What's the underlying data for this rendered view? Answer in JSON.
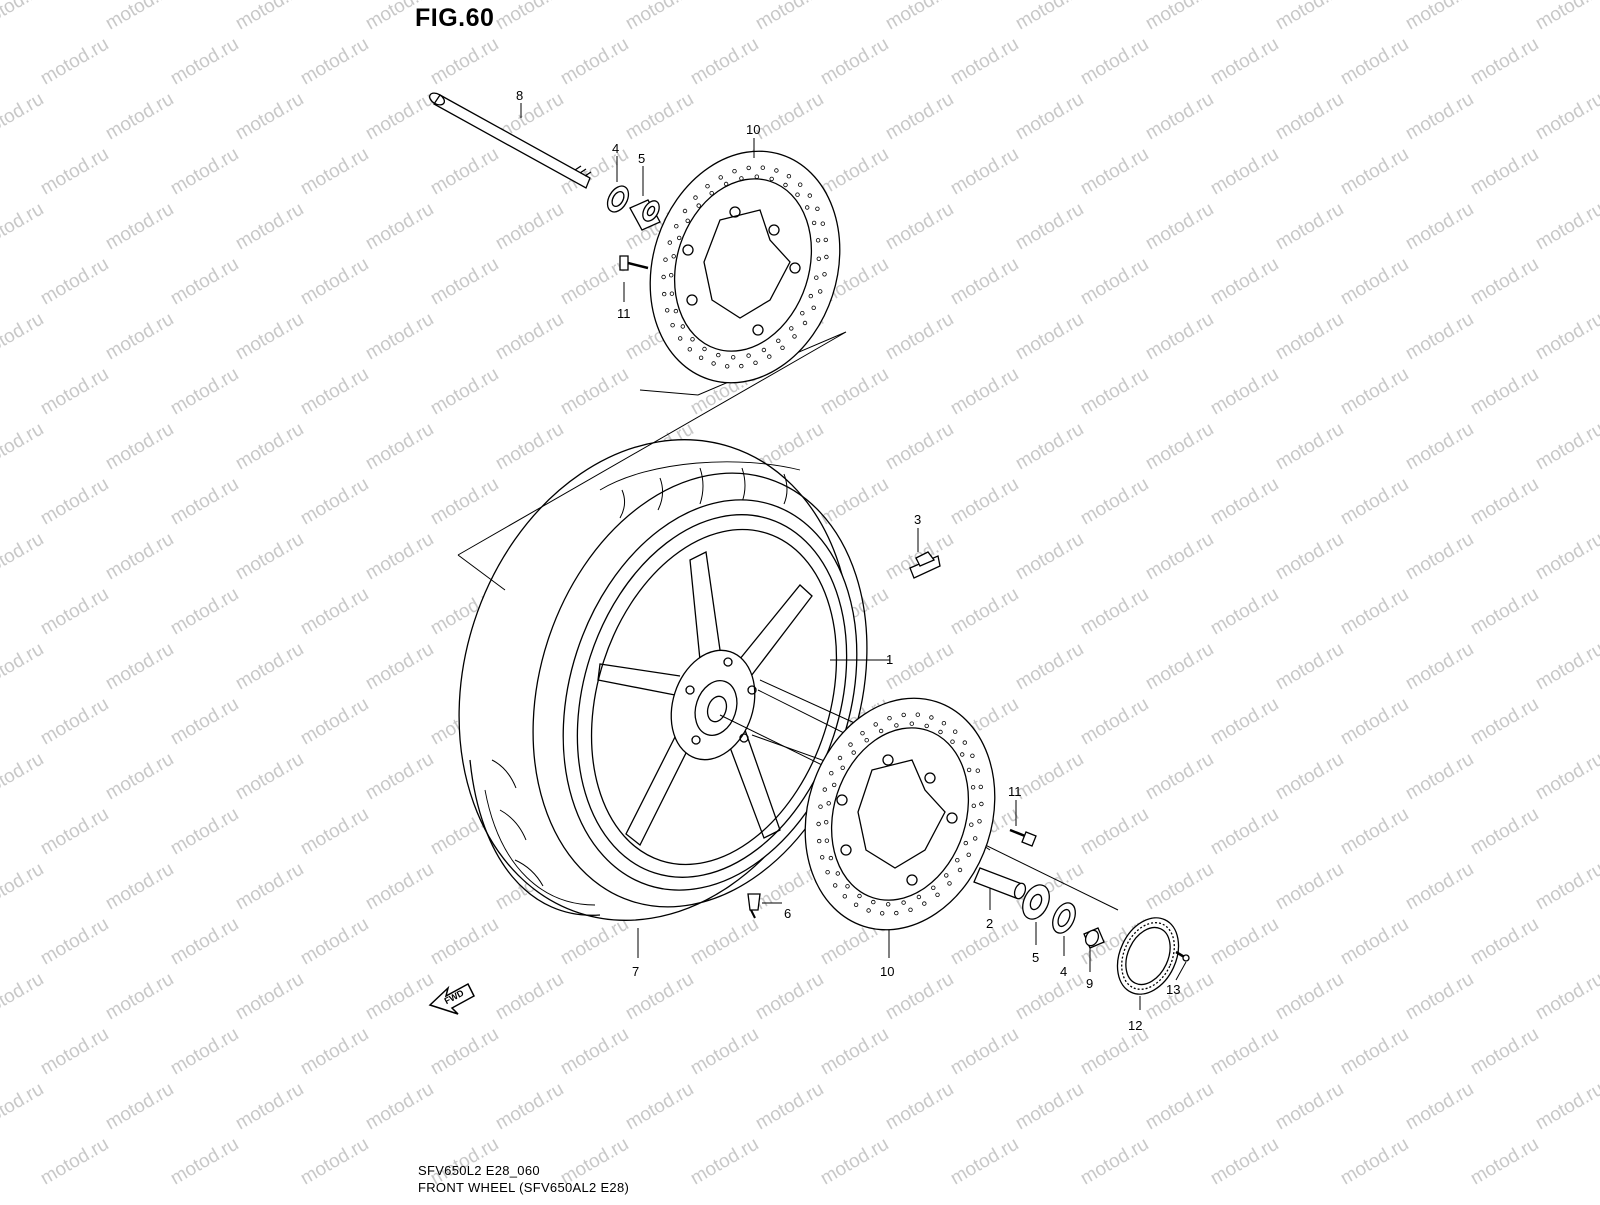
{
  "figure": {
    "title": "FIG.60",
    "drawing_code": "SFV650L2 E28_060",
    "caption": "FRONT WHEEL (SFV650AL2 E28)",
    "watermark": "motod.ru",
    "fwd_label": "FWD"
  },
  "callouts": {
    "c1": "1",
    "c2": "2",
    "c3": "3",
    "c4_top": "4",
    "c4_bottom": "4",
    "c5_top": "5",
    "c5_bottom": "5",
    "c6": "6",
    "c7": "7",
    "c8": "8",
    "c9": "9",
    "c10_top": "10",
    "c10_bottom": "10",
    "c11_top": "11",
    "c11_bottom": "11",
    "c12": "12",
    "c13": "13"
  },
  "colors": {
    "line": "#000000",
    "watermark": "#c8c8c8",
    "background": "#ffffff"
  }
}
